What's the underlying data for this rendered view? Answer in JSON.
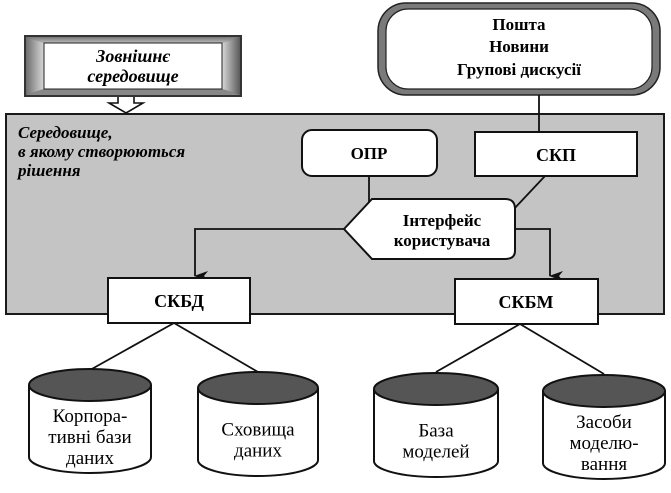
{
  "external_environment": {
    "line1": "Зовнішнє",
    "line2": "середовище"
  },
  "communication": {
    "line1": "Пошта",
    "line2": "Новини",
    "line3": "Групові дискусії"
  },
  "decision_environment": {
    "line1": "Середовище,",
    "line2": "в якому створюються",
    "line3": "рішення"
  },
  "nodes": {
    "opr": "ОПР",
    "skp": "СКП",
    "interface": {
      "line1": "Інтерфейс",
      "line2": "користувача"
    },
    "skbd": "СКБД",
    "skbm": "СКБМ"
  },
  "databases": [
    {
      "lines": [
        "Корпора-",
        "тивні бази",
        "даних"
      ]
    },
    {
      "lines": [
        "Сховища",
        "даних"
      ]
    },
    {
      "lines": [
        "База",
        "моделей"
      ]
    },
    {
      "lines": [
        "Засоби",
        "моделю-",
        "вання"
      ]
    }
  ],
  "colors": {
    "panel": "#c4c4c4",
    "db_top": "#555555",
    "stroke": "#1a1a1a"
  }
}
